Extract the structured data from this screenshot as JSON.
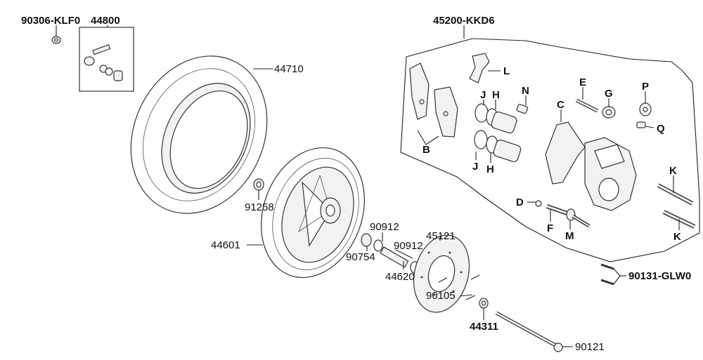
{
  "labels": {
    "p90306": "90306-KLF0",
    "p44800": "44800",
    "p45200": "45200-KKD6",
    "p44710": "44710",
    "p91258": "91258",
    "p44601": "44601",
    "p90912a": "90912",
    "p90754": "90754",
    "p90912b": "90912",
    "p45121": "45121",
    "p44620": "44620",
    "p90105": "90105",
    "p44311": "44311",
    "p90121": "90121",
    "p90131": "90131-GLW0",
    "kL": "L",
    "kJ1": "J",
    "kH1": "H",
    "kN": "N",
    "kE": "E",
    "kG": "G",
    "kP": "P",
    "kC": "C",
    "kQ": "Q",
    "kB": "B",
    "kJ2": "J",
    "kH2": "H",
    "kK1": "K",
    "kD": "D",
    "kF": "F",
    "kM": "M",
    "kK2": "K"
  }
}
